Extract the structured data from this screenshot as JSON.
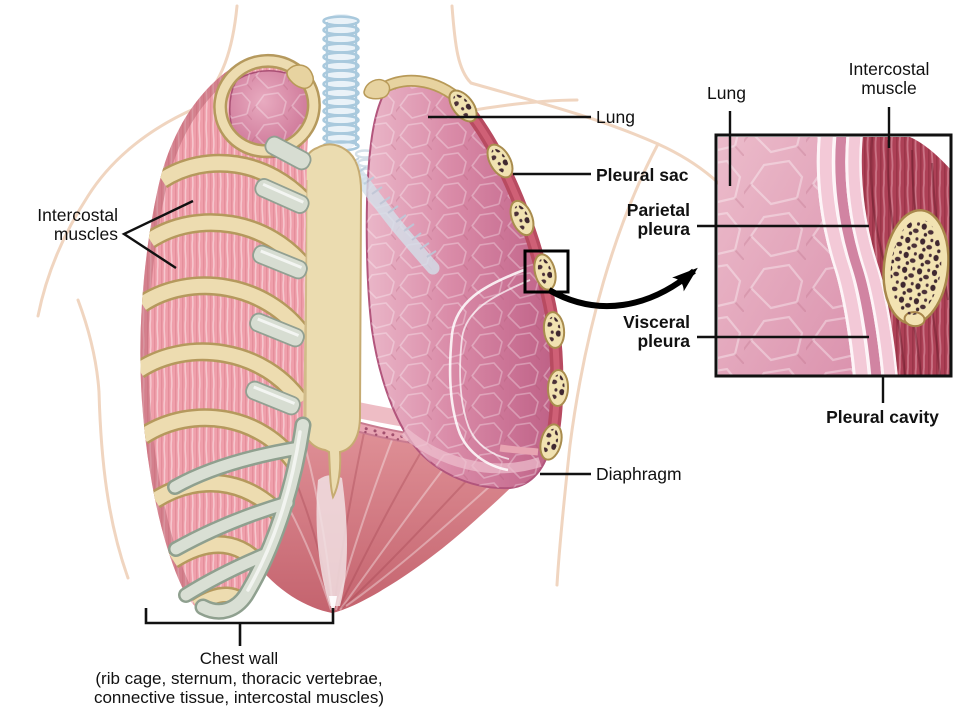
{
  "figure": {
    "type": "anatomical-diagram",
    "subject": "Thoracic cavity: lungs, pleurae, intercostal muscles and diaphragm with magnified inset of the pleural sac"
  },
  "labels": {
    "intercostal_muscles": "Intercostal muscles",
    "lung": "Lung",
    "pleural_sac": "Pleural sac",
    "parietal_pleura": "Parietal pleura",
    "visceral_pleura": "Visceral pleura",
    "diaphragm": "Diaphragm",
    "pleural_cavity": "Pleural cavity",
    "inset_lung": "Lung",
    "inset_intercostal_muscle": "Intercostal muscle"
  },
  "caption": {
    "title": "Chest wall",
    "detail_line1": "(rib cage, sternum, thoracic vertebrae,",
    "detail_line2": "connective tissue, intercostal muscles)"
  },
  "colors": {
    "lung_pink": "#d98aa7",
    "lung_light": "#eab6c8",
    "muscle_red": "#ad4056",
    "intercostal_pink": "#ef9fab",
    "rib_cream": "#eddcb0",
    "cartilage_gray": "#d7ddd2",
    "sternum_tan": "#ebdcb0",
    "diaphragm_red": "#cf7079",
    "trachea_blue": "#a9c9dd",
    "bone_marrow": "#3f2830",
    "outline_faint": "#f0d5c0",
    "line_black": "#111111"
  }
}
